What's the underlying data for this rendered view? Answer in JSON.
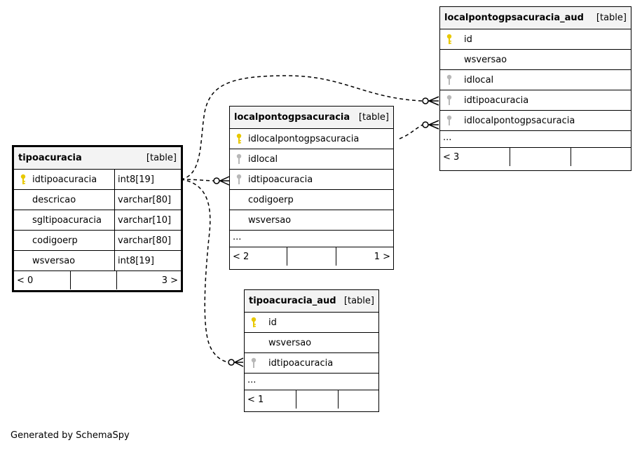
{
  "tables": {
    "tipoacuracia": {
      "name": "tipoacuracia",
      "kind": "[table]",
      "columns": [
        {
          "name": "idtipoacuracia",
          "type": "int8[19]",
          "key": "primary"
        },
        {
          "name": "descricao",
          "type": "varchar[80]",
          "key": "none"
        },
        {
          "name": "sgltipoacuracia",
          "type": "varchar[10]",
          "key": "none"
        },
        {
          "name": "codigoerp",
          "type": "varchar[80]",
          "key": "none"
        },
        {
          "name": "wsversao",
          "type": "int8[19]",
          "key": "none"
        }
      ],
      "footer": {
        "left": "< 0",
        "mid": "",
        "right": "3 >"
      }
    },
    "localpontogpsacuracia": {
      "name": "localpontogpsacuracia",
      "kind": "[table]",
      "columns": [
        {
          "name": "idlocalpontogpsacuracia",
          "key": "primary"
        },
        {
          "name": "idlocal",
          "key": "foreign"
        },
        {
          "name": "idtipoacuracia",
          "key": "foreign"
        },
        {
          "name": "codigoerp",
          "key": "none"
        },
        {
          "name": "wsversao",
          "key": "none"
        }
      ],
      "ellipsis": "...",
      "footer": {
        "left": "< 2",
        "mid": "",
        "right": "1 >"
      }
    },
    "localpontogpsacuracia_aud": {
      "name": "localpontogpsacuracia_aud",
      "kind": "[table]",
      "columns": [
        {
          "name": "id",
          "key": "primary"
        },
        {
          "name": "wsversao",
          "key": "none"
        },
        {
          "name": "idlocal",
          "key": "foreign"
        },
        {
          "name": "idtipoacuracia",
          "key": "foreign"
        },
        {
          "name": "idlocalpontogpsacuracia",
          "key": "foreign"
        }
      ],
      "ellipsis": "...",
      "footer": {
        "left": "< 3",
        "mid": "",
        "right": ""
      }
    },
    "tipoacuracia_aud": {
      "name": "tipoacuracia_aud",
      "kind": "[table]",
      "columns": [
        {
          "name": "id",
          "key": "primary"
        },
        {
          "name": "wsversao",
          "key": "none"
        },
        {
          "name": "idtipoacuracia",
          "key": "foreign"
        }
      ],
      "ellipsis": "...",
      "footer": {
        "left": "< 1",
        "mid": "",
        "right": ""
      }
    }
  },
  "colors": {
    "primary_key": "#e8c800",
    "foreign_key": "#b8b8b8",
    "header_bg": "#f3f3f3"
  },
  "footer_note": "Generated by SchemaSpy"
}
